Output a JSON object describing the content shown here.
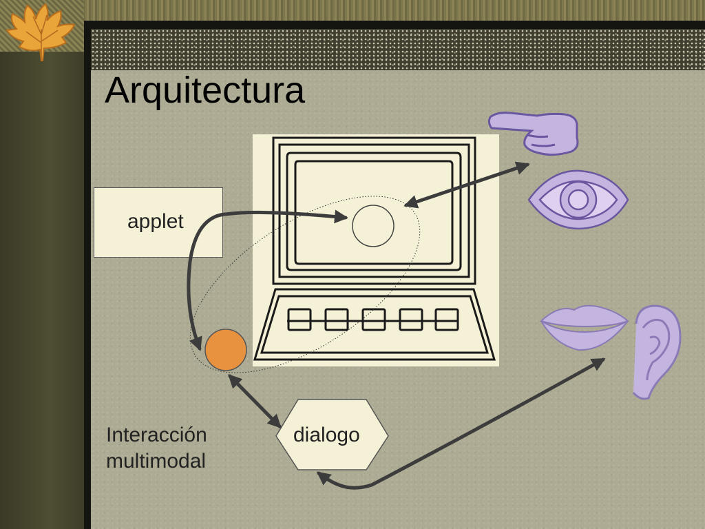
{
  "slide": {
    "title": "Arquitectura",
    "applet_label": "applet",
    "dialogo_label": "dialogo",
    "interaccion_line1": "Interacción",
    "interaccion_line2": "multimodal"
  },
  "icons": [
    "maple-leaf-icon",
    "computer-terminal-icon",
    "pointing-hand-icon",
    "eye-icon",
    "lips-icon",
    "ear-icon"
  ],
  "colors": {
    "slide_bg": "#adab93",
    "node_orange": "#e8913f",
    "icon_lavender": "#c4b5e0",
    "icon_outline": "#6b56a0",
    "terminal_bg": "#f4f1d6",
    "arrow": "#3c3c3c"
  }
}
